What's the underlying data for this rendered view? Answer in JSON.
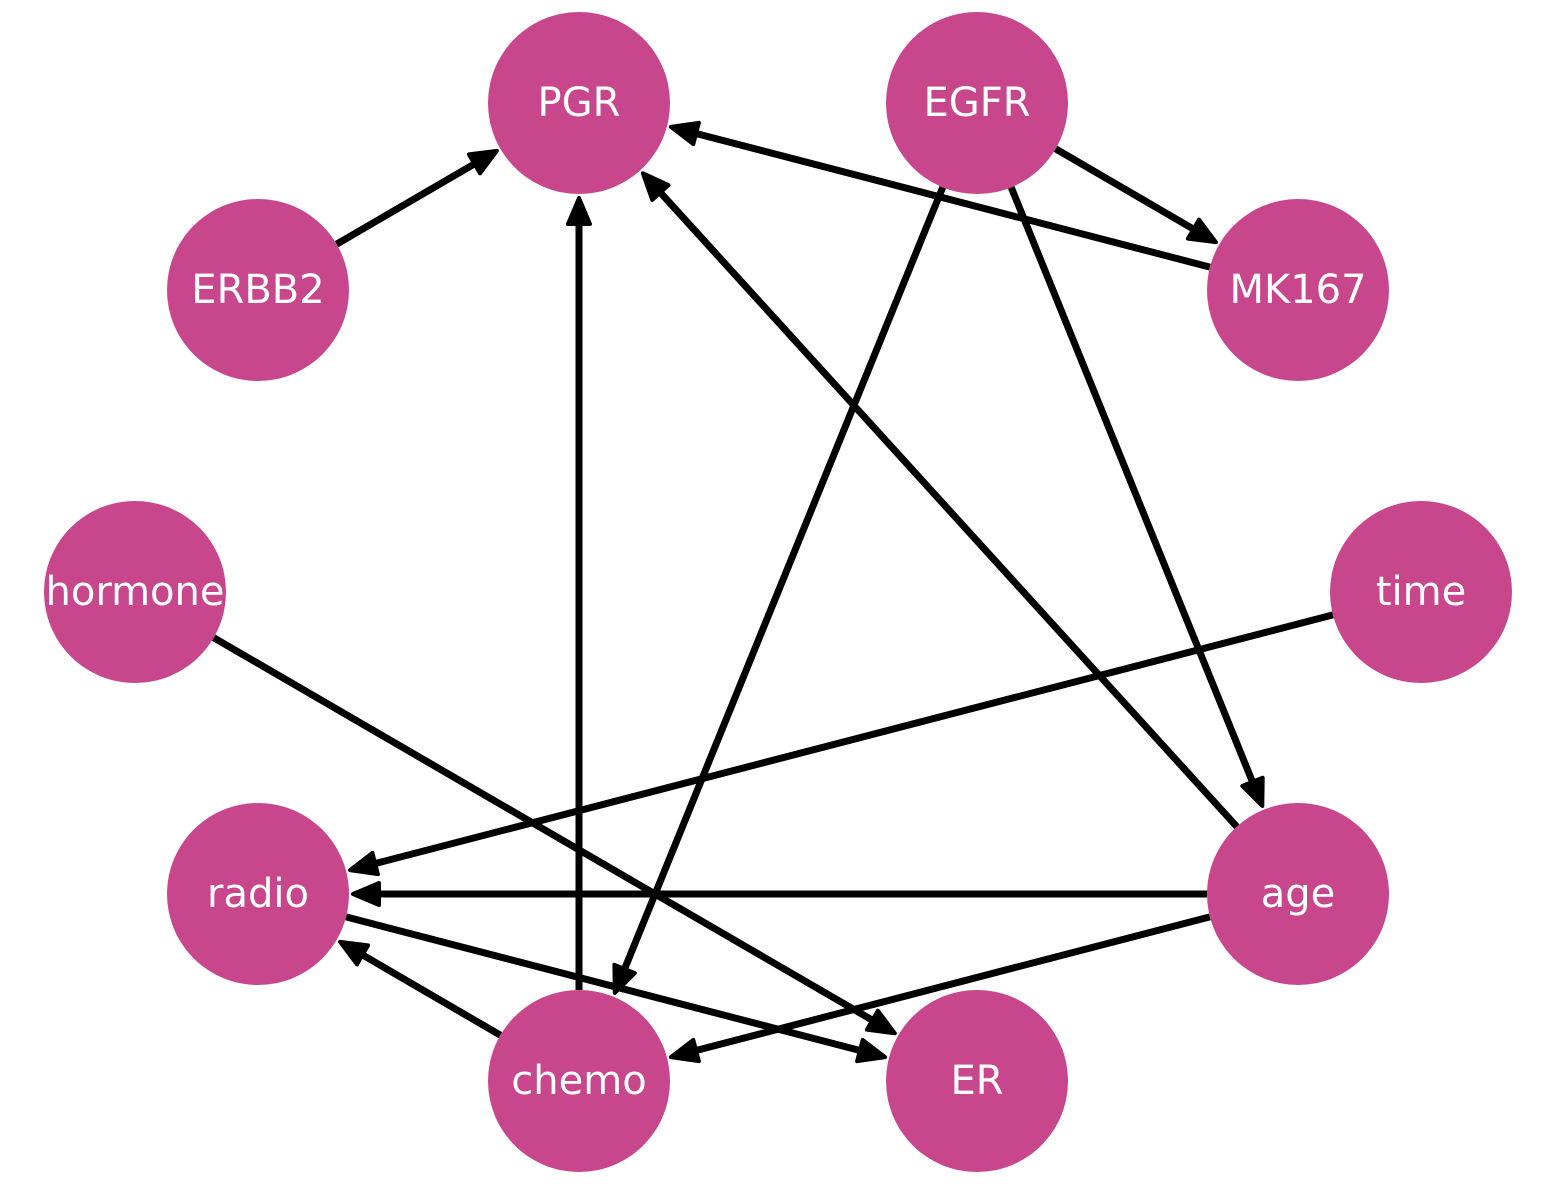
{
  "graph": {
    "node_color": "#c8468c",
    "edge_color": "#000000",
    "label_color": "#ffffff",
    "nodes": [
      {
        "id": "PGR",
        "label": "PGR"
      },
      {
        "id": "EGFR",
        "label": "EGFR"
      },
      {
        "id": "ERBB2",
        "label": "ERBB2"
      },
      {
        "id": "MK167",
        "label": "MK167"
      },
      {
        "id": "hormone",
        "label": "hormone"
      },
      {
        "id": "time",
        "label": "time"
      },
      {
        "id": "radio",
        "label": "radio"
      },
      {
        "id": "age",
        "label": "age"
      },
      {
        "id": "chemo",
        "label": "chemo"
      },
      {
        "id": "ER",
        "label": "ER"
      }
    ],
    "edges": [
      {
        "from": "ERBB2",
        "to": "PGR"
      },
      {
        "from": "MK167",
        "to": "PGR"
      },
      {
        "from": "age",
        "to": "PGR"
      },
      {
        "from": "chemo",
        "to": "PGR"
      },
      {
        "from": "EGFR",
        "to": "MK167"
      },
      {
        "from": "EGFR",
        "to": "age"
      },
      {
        "from": "EGFR",
        "to": "chemo"
      },
      {
        "from": "hormone",
        "to": "ER"
      },
      {
        "from": "time",
        "to": "radio"
      },
      {
        "from": "age",
        "to": "radio"
      },
      {
        "from": "age",
        "to": "chemo"
      },
      {
        "from": "chemo",
        "to": "radio"
      },
      {
        "from": "radio",
        "to": "ER"
      }
    ]
  }
}
